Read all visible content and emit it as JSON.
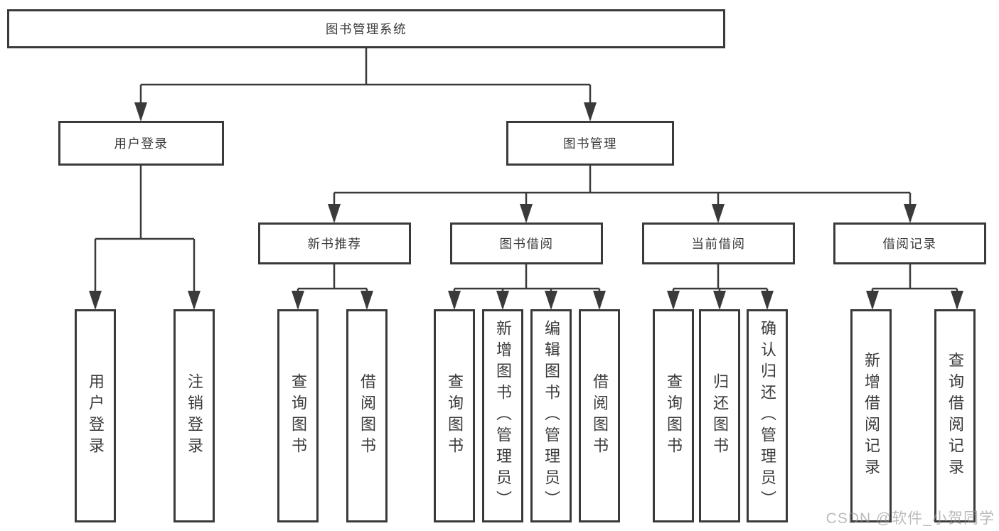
{
  "diagram": {
    "title": "图书管理系统",
    "root": {
      "label": "图书管理系统",
      "children": [
        {
          "label": "用户登录",
          "children": [
            {
              "label": "用户登录"
            },
            {
              "label": "注销登录"
            }
          ]
        },
        {
          "label": "图书管理",
          "children": [
            {
              "label": "新书推荐",
              "children": [
                {
                  "label": "查询图书"
                },
                {
                  "label": "借阅图书"
                }
              ]
            },
            {
              "label": "图书借阅",
              "children": [
                {
                  "label": "查询图书"
                },
                {
                  "label": "新增图书（管理员）"
                },
                {
                  "label": "编辑图书（管理员）"
                },
                {
                  "label": "借阅图书"
                }
              ]
            },
            {
              "label": "当前借阅",
              "children": [
                {
                  "label": "查询图书"
                },
                {
                  "label": "归还图书"
                },
                {
                  "label": "确认归还（管理员）"
                }
              ]
            },
            {
              "label": "借阅记录",
              "children": [
                {
                  "label": "新增借阅记录"
                },
                {
                  "label": "查询借阅记录"
                }
              ]
            }
          ]
        }
      ]
    }
  },
  "watermark": {
    "text": "CSDN @软件_小贺同学"
  },
  "colors": {
    "line": "#3a3a3a",
    "box_border": "#3a3a3a",
    "text": "#3a3a3a",
    "box_background": "#ffffff",
    "page_background": "#ffffff",
    "watermark": "#9a9a9a"
  }
}
